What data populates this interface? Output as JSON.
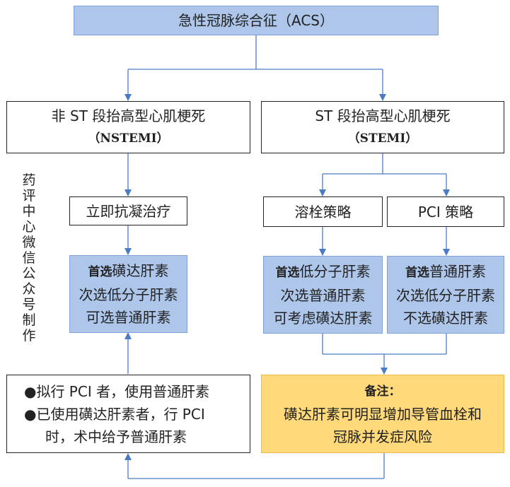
{
  "colors": {
    "line": "#4a7cc3",
    "blue_box": "#adc6ea",
    "orange_box": "#ffd97a"
  },
  "top": {
    "title": "急性冠脉综合征（ACS）"
  },
  "nstemi": {
    "title": "非 ST 段抬高型心肌梗死",
    "abbr": "（NSTEMI）"
  },
  "stemi": {
    "title": "ST 段抬高型心肌梗死",
    "abbr": "（STEMI）"
  },
  "watermark": "药评中心微信公众号制作",
  "anticoag": {
    "label": "立即抗凝治疗"
  },
  "thrombolysis": {
    "label": "溶栓策略"
  },
  "pci": {
    "label": "PCI 策略"
  },
  "nstemi_drugs": {
    "line1_pref": "首选",
    "line1_rest": "磺达肝素",
    "line2": "次选低分子肝素",
    "line3": "可选普通肝素"
  },
  "thrombolysis_drugs": {
    "line1_pref": "首选",
    "line1_rest": "低分子肝素",
    "line2": "次选普通肝素",
    "line3": "可考虑磺达肝素"
  },
  "pci_drugs": {
    "line1_pref": "首选",
    "line1_rest": "普通肝素",
    "line2": "次选低分子肝素",
    "line3": "不选磺达肝素"
  },
  "note_left": {
    "line1": "●拟行 PCI 者，使用普通肝素",
    "line2": "●已使用磺达肝素者，行 PCI",
    "line3": "时，术中给予普通肝素"
  },
  "note_right": {
    "title": "备注：",
    "line1": "磺达肝素可明显增加导管血栓和",
    "line2": "冠脉并发症风险"
  }
}
